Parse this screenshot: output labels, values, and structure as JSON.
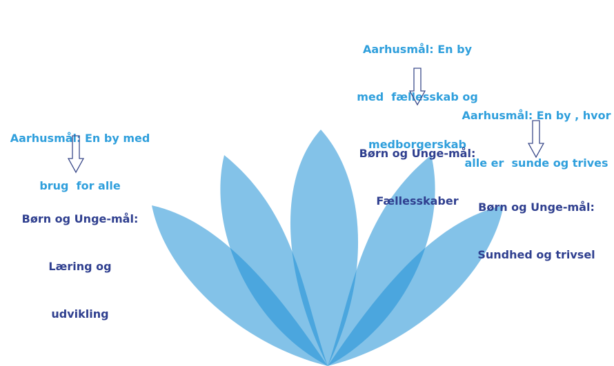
{
  "colors": {
    "aarhus_text": "#2f9fdc",
    "bu_text": "#2f3f8f",
    "petal": "#1e90d6",
    "arrow": "#3b4a8a"
  },
  "left": {
    "aarhus_lines": [
      "Aarhusmål: En by med",
      "brug  for alle"
    ],
    "bu_lines": [
      "Børn og Unge-mål:",
      "Læring og",
      "udvikling"
    ]
  },
  "center": {
    "aarhus_lines": [
      "Aarhusmål: En by",
      "med  fællesskab og",
      "medborgerskab"
    ],
    "bu_lines": [
      "Børn og Unge-mål:",
      "Fællesskaber"
    ]
  },
  "right": {
    "aarhus_lines": [
      "Aarhusmål: En by , hvor",
      "alle er  sunde og trives"
    ],
    "bu_lines": [
      "Børn og Unge-mål:",
      "Sundhed og trivsel"
    ]
  }
}
